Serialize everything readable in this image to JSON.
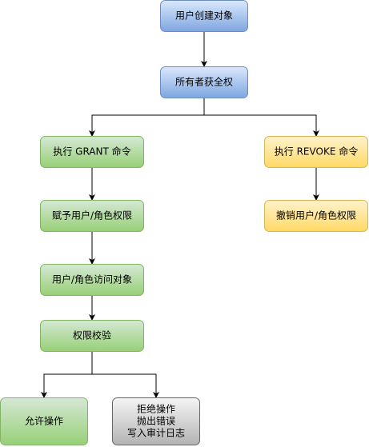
{
  "colors": {
    "blue_top": "#dae8fc",
    "blue_bottom": "#7ea6e0",
    "blue_stroke": "#6c8ebf",
    "green_top": "#d5e8d4",
    "green_bottom": "#97d077",
    "green_stroke": "#82b366",
    "yellow_top": "#fff2cc",
    "yellow_bottom": "#ffd966",
    "yellow_stroke": "#d6b656",
    "gray_top": "#f5f5f5",
    "gray_bottom": "#b3b3b3",
    "gray_stroke": "#666666"
  },
  "nodes": [
    {
      "id": "create-object",
      "style": "blue",
      "lines": [
        "用户创建对象"
      ]
    },
    {
      "id": "owner-gets-rights",
      "style": "blue",
      "lines": [
        "所有者获全权"
      ]
    },
    {
      "id": "exec-grant",
      "style": "green",
      "lines": [
        "执行 GRANT 命令"
      ]
    },
    {
      "id": "exec-revoke",
      "style": "yellow",
      "lines": [
        "执行 REVOKE 命令"
      ]
    },
    {
      "id": "grant-user-role",
      "style": "green",
      "lines": [
        "赋予用户/角色权限"
      ]
    },
    {
      "id": "revoke-user-role",
      "style": "yellow",
      "lines": [
        "撤销用户/角色权限"
      ]
    },
    {
      "id": "access-object",
      "style": "green",
      "lines": [
        "用户/角色访问对象"
      ]
    },
    {
      "id": "permission-check",
      "style": "green",
      "lines": [
        "权限校验"
      ]
    },
    {
      "id": "allow-operation",
      "style": "green",
      "lines": [
        "允许操作"
      ]
    },
    {
      "id": "deny-operation",
      "style": "gray",
      "lines": [
        "拒绝操作",
        "抛出错误",
        "写入审计日志"
      ]
    }
  ],
  "edges": [
    {
      "from": "create-object",
      "to": "owner-gets-rights"
    },
    {
      "from": "owner-gets-rights",
      "to": "exec-grant"
    },
    {
      "from": "owner-gets-rights",
      "to": "exec-revoke"
    },
    {
      "from": "exec-grant",
      "to": "grant-user-role"
    },
    {
      "from": "exec-revoke",
      "to": "revoke-user-role"
    },
    {
      "from": "grant-user-role",
      "to": "access-object"
    },
    {
      "from": "access-object",
      "to": "permission-check"
    },
    {
      "from": "permission-check",
      "to": "allow-operation"
    },
    {
      "from": "permission-check",
      "to": "deny-operation"
    }
  ]
}
